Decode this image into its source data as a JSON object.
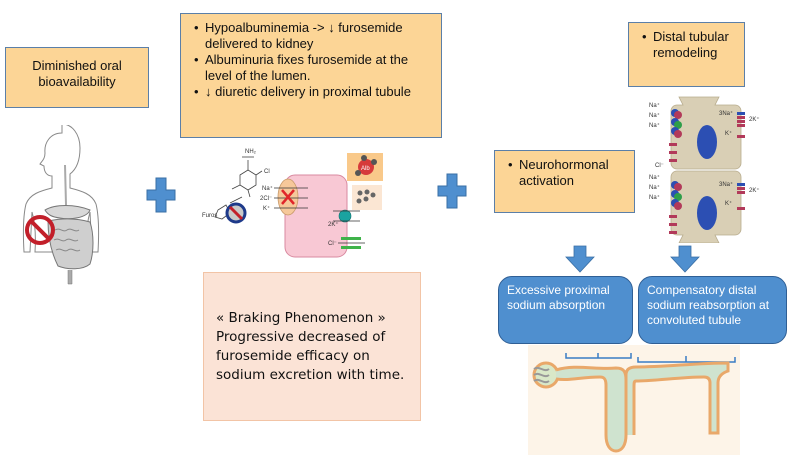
{
  "boxes": {
    "oral": {
      "text_line1": "Diminished oral",
      "text_line2": "bioavailability"
    },
    "hypoalbuminemia": {
      "bullets": [
        "Hypoalbuminemia -> ↓ furosemide delivered to kidney",
        "Albuminuria fixes furosemide at the level of the lumen.",
        "↓ diuretic delivery in proximal tubule"
      ]
    },
    "distal": {
      "bullets": [
        "Distal tubular remodeling"
      ]
    },
    "neuro": {
      "bullets": [
        "Neurohormonal activation"
      ]
    },
    "braking": {
      "title": "« Braking Phenomenon »",
      "body": "Progressive decreased of furosemide efficacy on sodium excretion with time."
    },
    "proximal_result": {
      "text": "Excessive proximal sodium absorption"
    },
    "distal_result": {
      "text": "Compensatory distal sodium reabsorption at convoluted tubule"
    }
  },
  "illustrations": {
    "body": {
      "icon": "no-symbol-icon"
    },
    "cell": {
      "labels": {
        "na": "Na⁺",
        "cl2": "2Cl⁻",
        "k": "K⁺",
        "k2": "2K⁺",
        "cl": "Cl⁻",
        "alb": "Alb",
        "furo": "Furos"
      }
    },
    "distal_cells": {
      "labels": {
        "na": "Na⁺",
        "na3": "3Na⁺",
        "k2": "2K⁺",
        "k": "K⁺",
        "cl": "Cl⁻"
      }
    }
  },
  "colors": {
    "orange_box": "#fcd596",
    "blue_box": "#4f8fcf",
    "plus": "#4f8fcf",
    "braking_box": "#fbe3d6"
  }
}
